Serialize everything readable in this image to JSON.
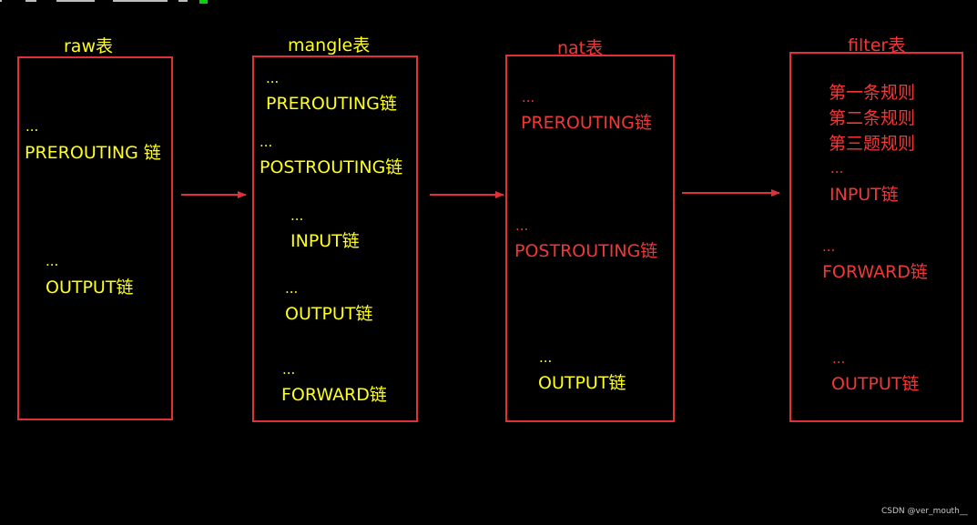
{
  "tables": [
    {
      "title": "raw表",
      "color": "#ffff1a",
      "items": [
        "...",
        "PREROUTING 链",
        "...",
        "OUTPUT链"
      ]
    },
    {
      "title": "mangle表",
      "color": "#ffff1a",
      "items": [
        "...",
        "PREROUTING链",
        "...",
        "POSTROUTING链",
        "...",
        "INPUT链",
        "...",
        "OUTPUT链",
        "...",
        "FORWARD链"
      ]
    },
    {
      "title": "nat表",
      "color": "#f03838",
      "items": [
        "...",
        "PREROUTING链",
        "...",
        "POSTROUTING链",
        "...",
        "OUTPUT链"
      ]
    },
    {
      "title": "filter表",
      "color": "#f03838",
      "items": [
        "第一条规则",
        "第二条规则",
        "第三题规则",
        "...",
        "INPUT链",
        "...",
        "FORWARD链",
        "...",
        "OUTPUT链"
      ]
    }
  ],
  "watermark": "CSDN @ver_mouth__"
}
